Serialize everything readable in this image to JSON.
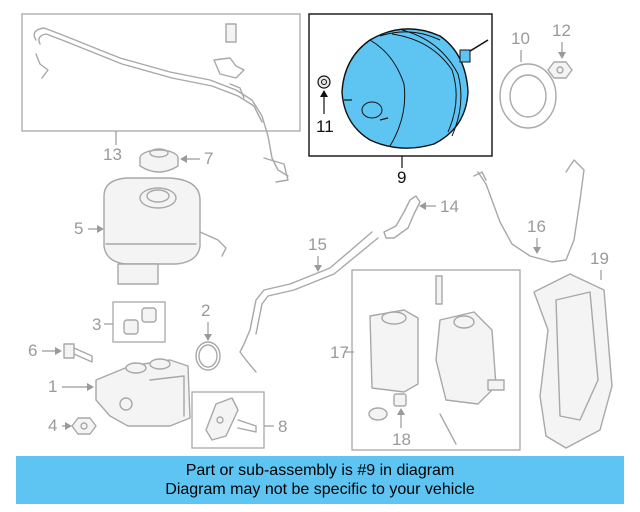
{
  "callouts": {
    "c1": "1",
    "c2": "2",
    "c3": "3",
    "c4": "4",
    "c5": "5",
    "c6": "6",
    "c7": "7",
    "c8": "8",
    "c9": "9",
    "c10": "10",
    "c11": "11",
    "c12": "12",
    "c13": "13",
    "c14": "14",
    "c15": "15",
    "c16": "16",
    "c17": "17",
    "c18": "18",
    "c19": "19"
  },
  "highlight": {
    "part_number": "9",
    "color": "#5ec5f3"
  },
  "banner": {
    "line1": "Part or sub-assembly is #9 in diagram",
    "line2": "Diagram may not be specific to your vehicle",
    "background": "#5ec5f3"
  }
}
